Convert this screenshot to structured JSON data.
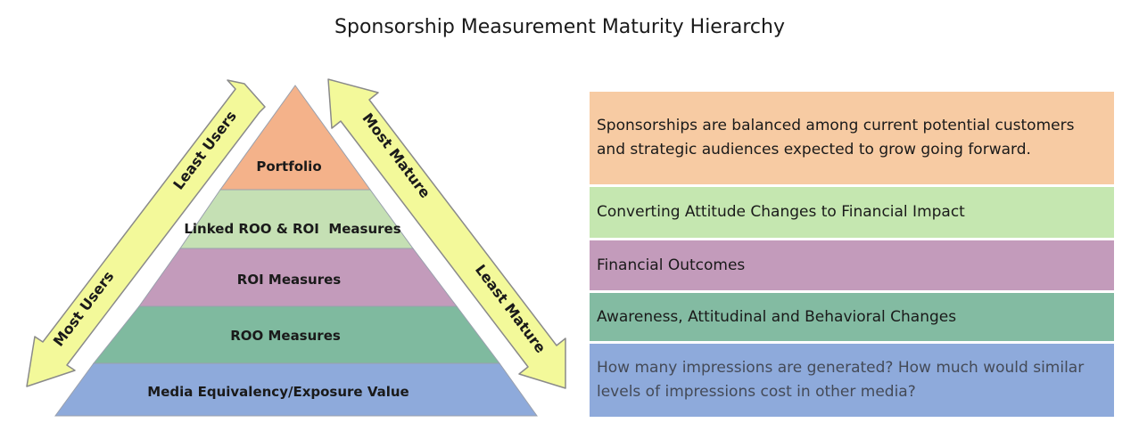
{
  "title": "Sponsorship Measurement Maturity Hierarchy",
  "pyramid": {
    "tiers": [
      {
        "label": "Portfolio",
        "color": "#f4b28a"
      },
      {
        "label": "Linked ROO & ROI  Measures",
        "color": "#c5e0b4"
      },
      {
        "label": "ROI Measures",
        "color": "#c39bbb"
      },
      {
        "label": "ROO Measures",
        "color": "#7fba9f"
      },
      {
        "label": "Media Equivalency/Exposure Value",
        "color": "#8eaadb"
      }
    ]
  },
  "arrows": {
    "left": {
      "top_label": "Least Users",
      "bottom_label": "Most  Users"
    },
    "right": {
      "top_label": "Most  Mature",
      "bottom_label": "Least Mature"
    },
    "color": "#f3f99a"
  },
  "descriptions": [
    {
      "text": "Sponsorships are balanced among current potential customers and strategic audiences expected to grow going forward.",
      "color": "#f7cba3"
    },
    {
      "text": "Converting Attitude Changes to Financial Impact",
      "color": "#c5e7b0"
    },
    {
      "text": "Financial Outcomes",
      "color": "#c39bbb"
    },
    {
      "text": "Awareness, Attitudinal and Behavioral Changes",
      "color": "#83bba2"
    },
    {
      "text": "How many impressions are generated? How much would similar levels of impressions cost in other media?",
      "color": "#8eaadb"
    }
  ]
}
